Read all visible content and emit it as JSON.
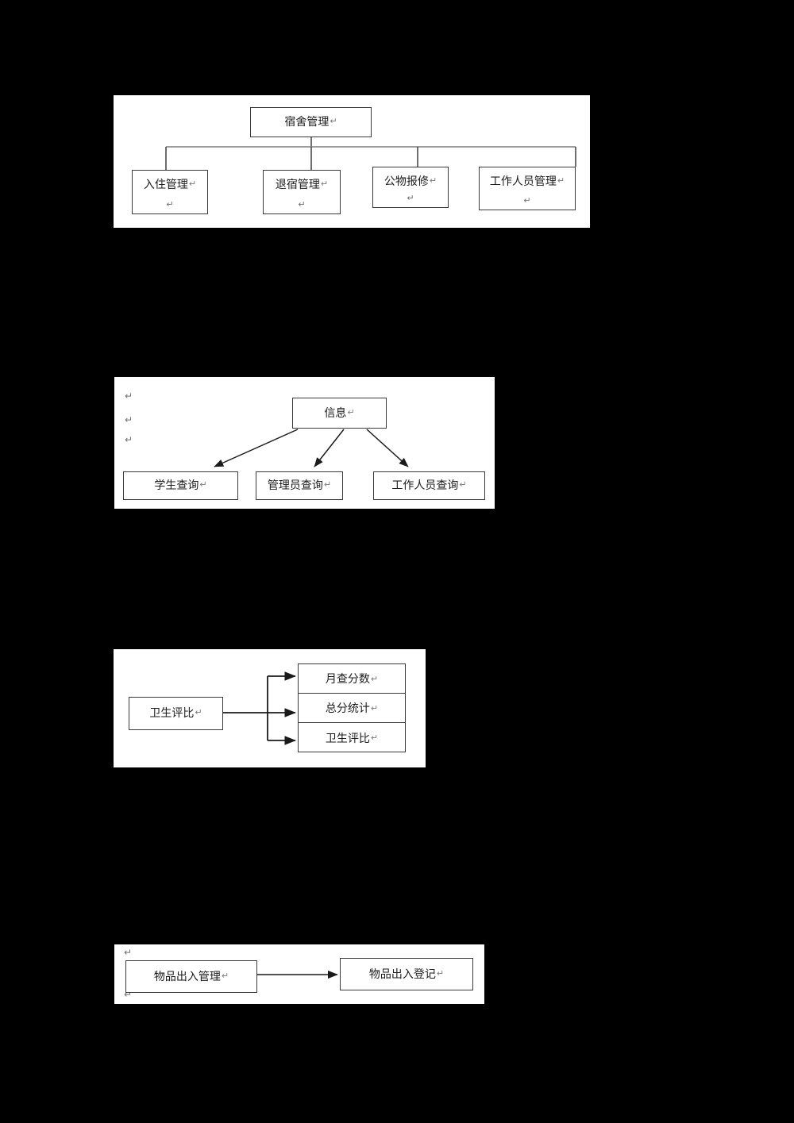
{
  "page": {
    "background": "#000000",
    "panel_background": "#ffffff",
    "line_color": "#3a3a3a",
    "text_color": "#1a1a1a",
    "pilcrow_glyph": "↵"
  },
  "diagram1": {
    "name": "dormitory-management-hierarchy",
    "root": {
      "label": "宿舍管理"
    },
    "children": [
      {
        "label": "入住管理"
      },
      {
        "label": "退宿管理"
      },
      {
        "label": "公物报修"
      },
      {
        "label": "工作人员管理"
      }
    ]
  },
  "diagram2": {
    "name": "information-query-hierarchy",
    "root": {
      "label": "信息"
    },
    "children": [
      {
        "label": "学生查询"
      },
      {
        "label": "管理员查询"
      },
      {
        "label": "工作人员查询"
      }
    ],
    "paragraph_marks": 3
  },
  "diagram3": {
    "name": "hygiene-evaluation-flow",
    "source": {
      "label": "卫生评比"
    },
    "targets": [
      {
        "label": "月查分数"
      },
      {
        "label": "总分统计"
      },
      {
        "label": "卫生评比"
      }
    ]
  },
  "diagram4": {
    "name": "goods-in-out-flow",
    "source": {
      "label": "物品出入管理"
    },
    "target": {
      "label": "物品出入登记"
    },
    "paragraph_marks": 1
  }
}
